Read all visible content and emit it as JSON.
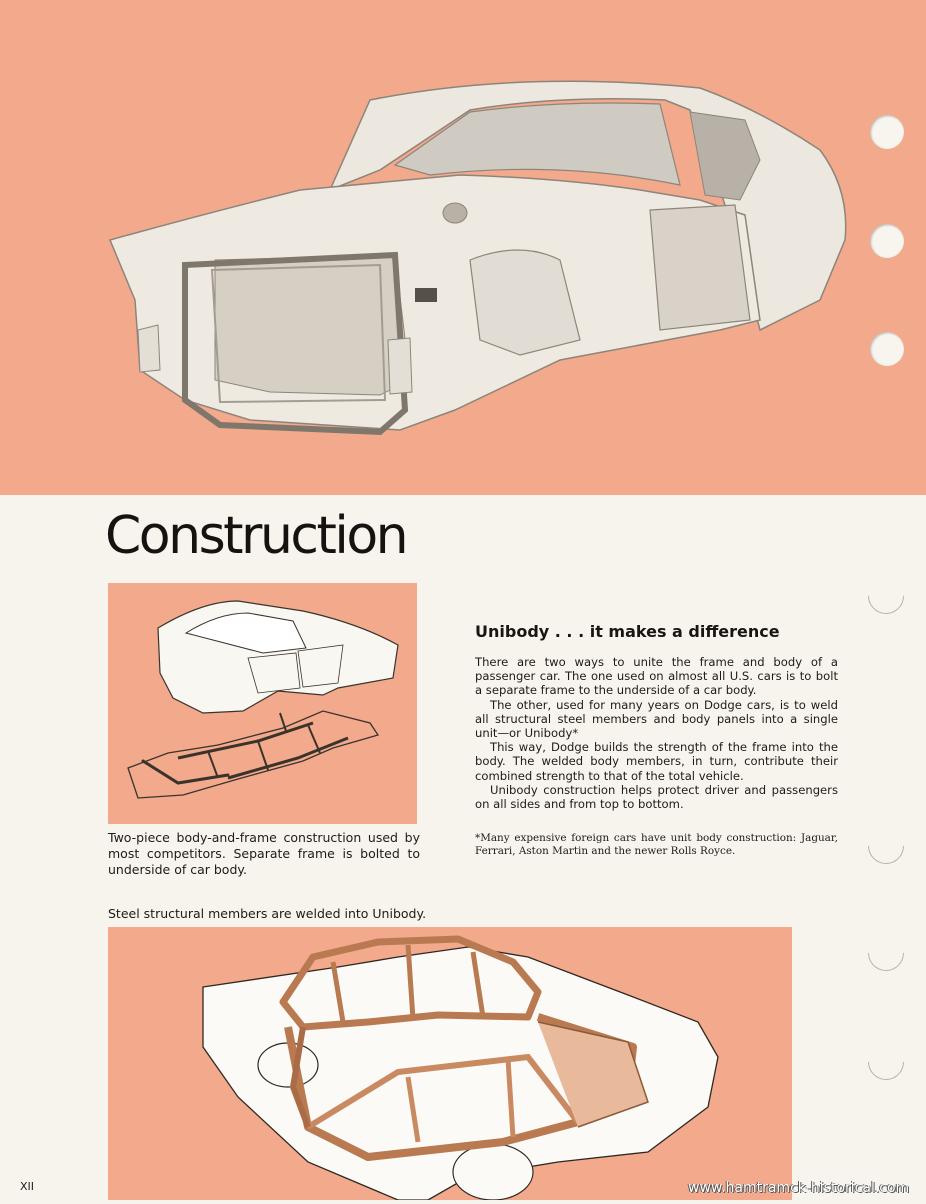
{
  "page": {
    "title": "Construction",
    "page_number": "XII",
    "watermark": "www.hamtramck-historical.com"
  },
  "hero": {
    "image": "car-body-shell-illustration"
  },
  "figure_two_piece": {
    "caption": "Two-piece body-and-frame construction used by most competitors. Separate frame is bolted to underside of car body."
  },
  "article": {
    "heading": "Unibody . . . it makes a difference",
    "paragraphs": [
      "There are two ways to unite the frame and body of a passenger car. The one used on almost all U.S. cars is to bolt a separate frame to the underside of a car body.",
      "The other, used for many years on Dodge cars, is to weld all structural steel members and body panels into a single unit—or Unibody*",
      "This way, Dodge builds the strength of the frame into the body. The welded body members, in turn, contribute their combined strength to that of the total vehicle.",
      "Unibody construction helps protect driver and passengers on all sides and from top to bottom."
    ],
    "footnote": "*Many expensive foreign cars have unit body construction: Jaguar, Ferrari, Aston Martin and the newer Rolls Royce."
  },
  "figure_unibody": {
    "caption": "Steel structural members are welded into Unibody."
  },
  "colors": {
    "accent_salmon": "#f2a98c",
    "paper": "#f7f4ee",
    "body_white": "#eeeae2",
    "frame_copper": "#c98a62"
  }
}
